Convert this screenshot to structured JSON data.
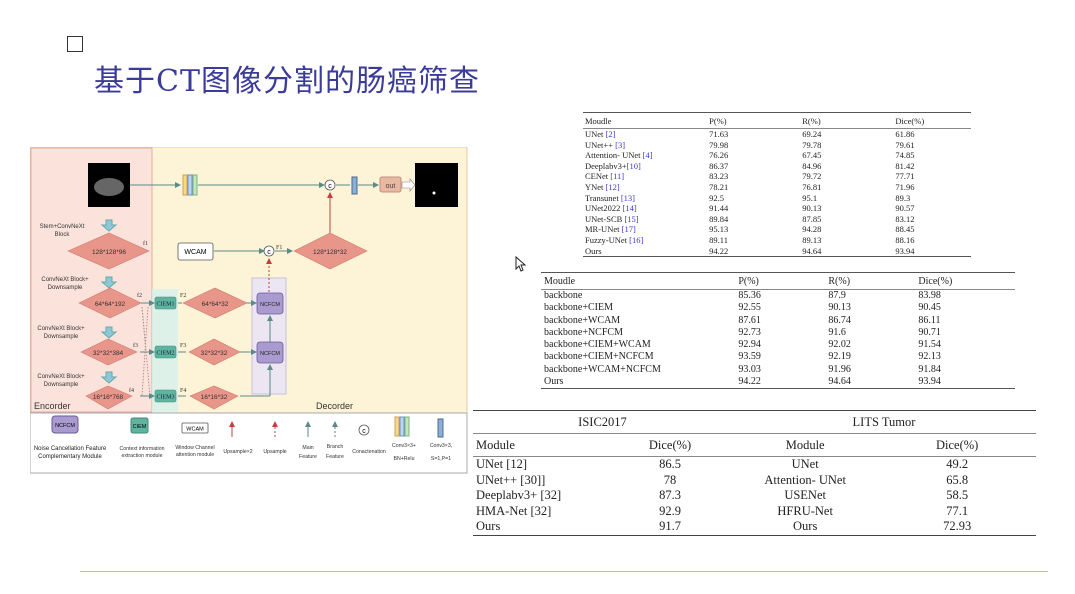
{
  "slide": {
    "title": "基于CT图像分割的肠癌筛查"
  },
  "diagram": {
    "encoder_label": "Encorder",
    "decoder_label": "Decorder",
    "stage_labels": [
      "Stem+ConvNeXt",
      "Block",
      "ConvNeXt Block+",
      "Downsample",
      "ConvNeXt Block+",
      "Downsample",
      "ConvNeXt Block+",
      "Downsample"
    ],
    "encoder_nodes": [
      "128*128*96",
      "64*64*192",
      "32*32*384",
      "16*16*768"
    ],
    "encoder_feature_tags": [
      "f1",
      "f2",
      "f3",
      "f4"
    ],
    "decoder_nodes": [
      "128*128*32",
      "64*64*32",
      "32*32*32",
      "16*16*32"
    ],
    "decoder_feature_tags": [
      "F1",
      "F2",
      "F3",
      "F4"
    ],
    "wcam": "WCAM",
    "ciem": [
      "CIEM1",
      "CIEM2",
      "CIEM3"
    ],
    "ncfcm": "NCFCM",
    "concat_symbol": "c",
    "out": "out",
    "legend": {
      "ncfcm_box": "NCFCM",
      "ncfcm_label": [
        "Noise Cancellation Feature",
        "Complementary Module"
      ],
      "ciem_box": "CIEM",
      "ciem_label": [
        "Context information",
        "extraction module"
      ],
      "wcam_box": "WCAM",
      "wcam_label": [
        "Window Channel",
        "attention module"
      ],
      "upsample2": "Upsample×2",
      "upsample": "Upsample",
      "main_feature": [
        "Main",
        "Feature"
      ],
      "branch_feature": [
        "Branch",
        "Feature"
      ],
      "concatenation": "Conactenation",
      "conv_bn": [
        "Conv3×3+",
        "BN+Relu"
      ],
      "conv_s1": [
        "Conv3×3,",
        "S=1,P=1"
      ]
    },
    "colors": {
      "encoder_bg": "#fbe3dc",
      "decoder_bg": "#fdf3d6",
      "diamond": "#e8958a",
      "ncfcm": "#a99ad0",
      "ciem": "#5fb4a0"
    }
  },
  "table_comparison": {
    "headers": [
      "Moudle",
      "P(%)",
      "R(%)",
      "Dice(%)"
    ],
    "rows": [
      {
        "name": "UNet ",
        "ref": "[2]",
        "p": "71.63",
        "r": "69.24",
        "d": "61.86"
      },
      {
        "name": "UNet++ ",
        "ref": "[3]",
        "p": "79.98",
        "r": "79.78",
        "d": "79.61"
      },
      {
        "name": "Attention- UNet ",
        "ref": "[4]",
        "p": "76.26",
        "r": "67.45",
        "d": "74.85"
      },
      {
        "name": "Deeplabv3+",
        "ref": "[10]",
        "p": "86.37",
        "r": "84.96",
        "d": "81.42"
      },
      {
        "name": "CENet ",
        "ref": "[11]",
        "p": "83.23",
        "r": "79.72",
        "d": "77.71"
      },
      {
        "name": "YNet ",
        "ref": "[12]",
        "p": "78.21",
        "r": "76.81",
        "d": "71.96"
      },
      {
        "name": "Transunet ",
        "ref": "[13]",
        "p": "92.5",
        "r": "95.1",
        "d": "89.3"
      },
      {
        "name": "UNet2022 ",
        "ref": "[14]",
        "p": "91.44",
        "r": "90.13",
        "d": "90.57"
      },
      {
        "name": "UNet-SCB ",
        "ref": "[15]",
        "p": "89.84",
        "r": "87.85",
        "d": "83.12"
      },
      {
        "name": "MR-UNet ",
        "ref": "[17]",
        "p": "95.13",
        "r": "94.28",
        "d": "88.45"
      },
      {
        "name": "Fuzzy-UNet ",
        "ref": "[16]",
        "p": "89.11",
        "r": "89.13",
        "d": "88.16"
      },
      {
        "name": "Ours",
        "ref": "",
        "p": "94.22",
        "r": "94.64",
        "d": "93.94"
      }
    ]
  },
  "table_ablation": {
    "headers": [
      "Moudle",
      "P(%)",
      "R(%)",
      "Dice(%)"
    ],
    "rows": [
      {
        "name": "backbone",
        "p": "85.36",
        "r": "87.9",
        "d": "83.98"
      },
      {
        "name": "backbone+CIEM",
        "p": "92.55",
        "r": "90.13",
        "d": "90.45"
      },
      {
        "name": "backbone+WCAM",
        "p": "87.61",
        "r": "86.74",
        "d": "86.11"
      },
      {
        "name": "backbone+NCFCM",
        "p": "92.73",
        "r": "91.6",
        "d": "90.71"
      },
      {
        "name": "backbone+CIEM+WCAM",
        "p": "92.94",
        "r": "92.02",
        "d": "91.54"
      },
      {
        "name": "backbone+CIEM+NCFCM",
        "p": "93.59",
        "r": "92.19",
        "d": "92.13"
      },
      {
        "name": "backbone+WCAM+NCFCM",
        "p": "93.03",
        "r": "91.96",
        "d": "91.84"
      },
      {
        "name": "Ours",
        "p": "94.22",
        "r": "94.64",
        "d": "93.94"
      }
    ]
  },
  "table_generalization": {
    "groups": [
      "ISIC2017",
      "LITS Tumor"
    ],
    "headers": [
      "Module",
      "Dice(%)",
      "Module",
      "Dice(%)"
    ],
    "rows": [
      {
        "m1": "UNet [12]",
        "d1": "86.5",
        "m2": "UNet",
        "d2": "49.2"
      },
      {
        "m1": "UNet++ [30]]",
        "d1": "78",
        "m2": "Attention- UNet",
        "d2": "65.8"
      },
      {
        "m1": "Deeplabv3+ [32]",
        "d1": "87.3",
        "m2": "USENet",
        "d2": "58.5"
      },
      {
        "m1": "HMA-Net [32]",
        "d1": "92.9",
        "m2": "HFRU-Net",
        "d2": "77.1"
      },
      {
        "m1": "Ours",
        "d1": "91.7",
        "m2": "Ours",
        "d2": "72.93"
      }
    ]
  }
}
